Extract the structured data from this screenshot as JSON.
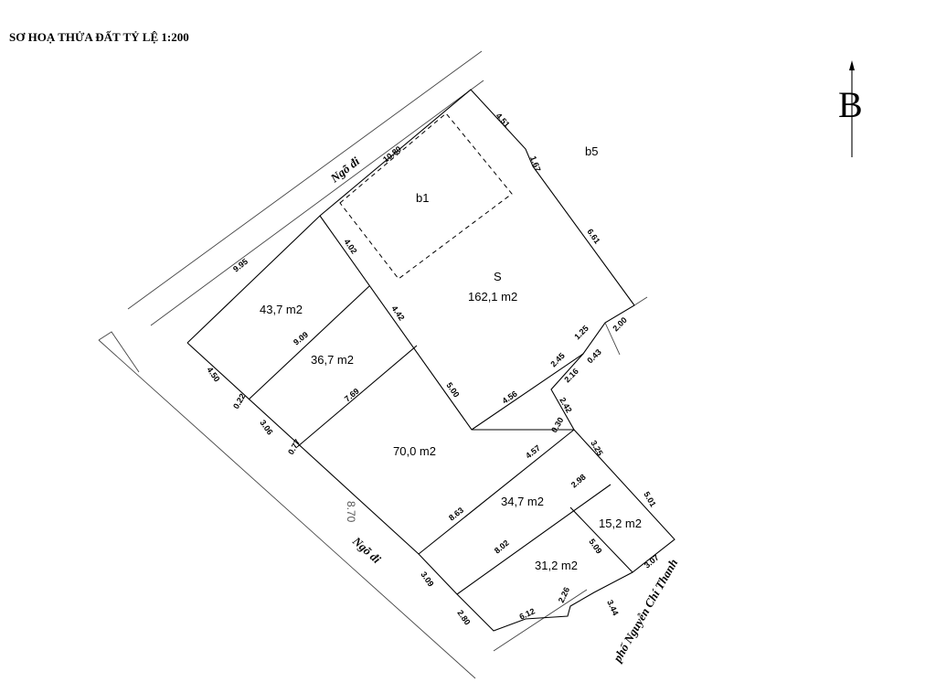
{
  "title": "SƠ HOẠ THỬA ĐẤT TỶ LỆ 1:200",
  "north_label": "B",
  "roads": {
    "top": "Ngõ đi",
    "left": "Ngõ đi",
    "bottom_right": "phố Nguyễn Chí Thanh"
  },
  "labels": {
    "b1": "b1",
    "b5": "b5",
    "s": "S",
    "a_162": "162,1 m2",
    "a_43": "43,7 m2",
    "a_36": "36,7 m2",
    "a_70": "70,0 m2",
    "a_34": "34,7 m2",
    "a_15": "15,2 m2",
    "a_31": "31,2 m2"
  },
  "dims": {
    "d_1080": "10.80",
    "d_451": "4.51",
    "d_167": "1.67",
    "d_661": "6.61",
    "d_402": "4.02",
    "d_442": "4.42",
    "d_500": "5.00",
    "d_456": "4.56",
    "d_245": "2.45",
    "d_125": "1.25",
    "d_200": "2.00",
    "d_043": "0.43",
    "d_216": "2.16",
    "d_242": "2.42",
    "d_030": "0.30",
    "d_325": "3.25",
    "d_995": "9.95",
    "d_909": "9.09",
    "d_450": "4.50",
    "d_022": "0.22",
    "d_306": "3.06",
    "d_077": "0.77",
    "d_769": "7.69",
    "d_457": "4.57",
    "d_863": "8.63",
    "d_298": "2.98",
    "d_501": "5.01",
    "d_802": "8.02",
    "d_509": "5.09",
    "d_307": "3.07",
    "d_309": "3.09",
    "d_226": "2.26",
    "d_344": "3.44",
    "d_612": "6.12",
    "d_280": "2.80",
    "d_870": "8.70"
  }
}
